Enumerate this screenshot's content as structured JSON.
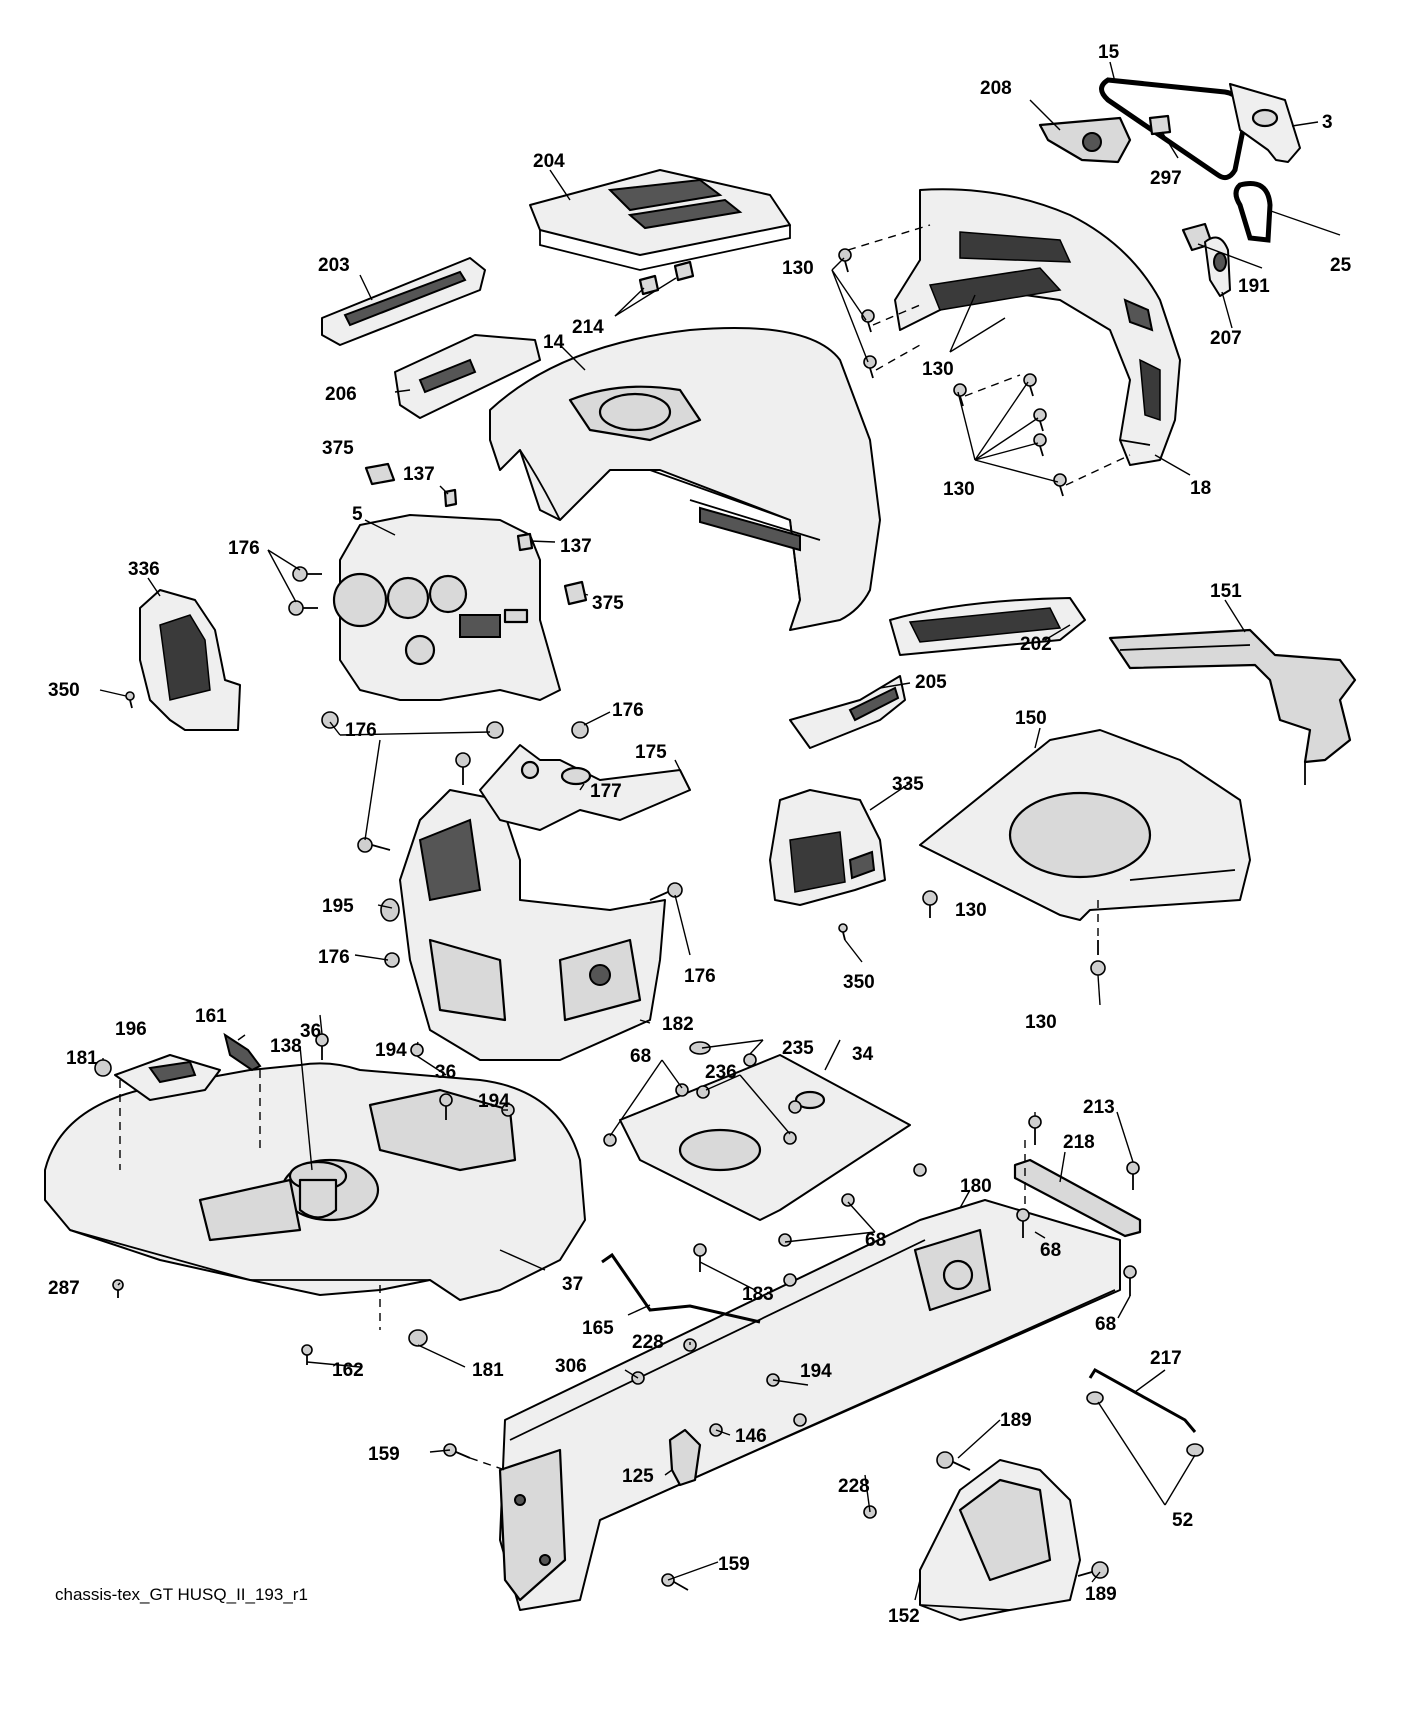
{
  "diagram_id": "chassis-tex_GT HUSQ_II_193_r1",
  "callouts": [
    "15",
    "3",
    "208",
    "297",
    "204",
    "25",
    "191",
    "207",
    "203",
    "130",
    "214",
    "14",
    "130",
    "206",
    "18",
    "130",
    "375",
    "137",
    "5",
    "137",
    "176",
    "336",
    "375",
    "202",
    "151",
    "350",
    "176",
    "205",
    "176",
    "150",
    "175",
    "177",
    "335",
    "130",
    "195",
    "176",
    "176",
    "350",
    "182",
    "130",
    "196",
    "161",
    "36",
    "194",
    "235",
    "34",
    "181",
    "138",
    "68",
    "236",
    "36",
    "194",
    "213",
    "218",
    "180",
    "68",
    "68",
    "37",
    "287",
    "183",
    "165",
    "68",
    "228",
    "162",
    "181",
    "306",
    "194",
    "217",
    "146",
    "189",
    "159",
    "125",
    "228",
    "52",
    "159",
    "189",
    "152"
  ]
}
